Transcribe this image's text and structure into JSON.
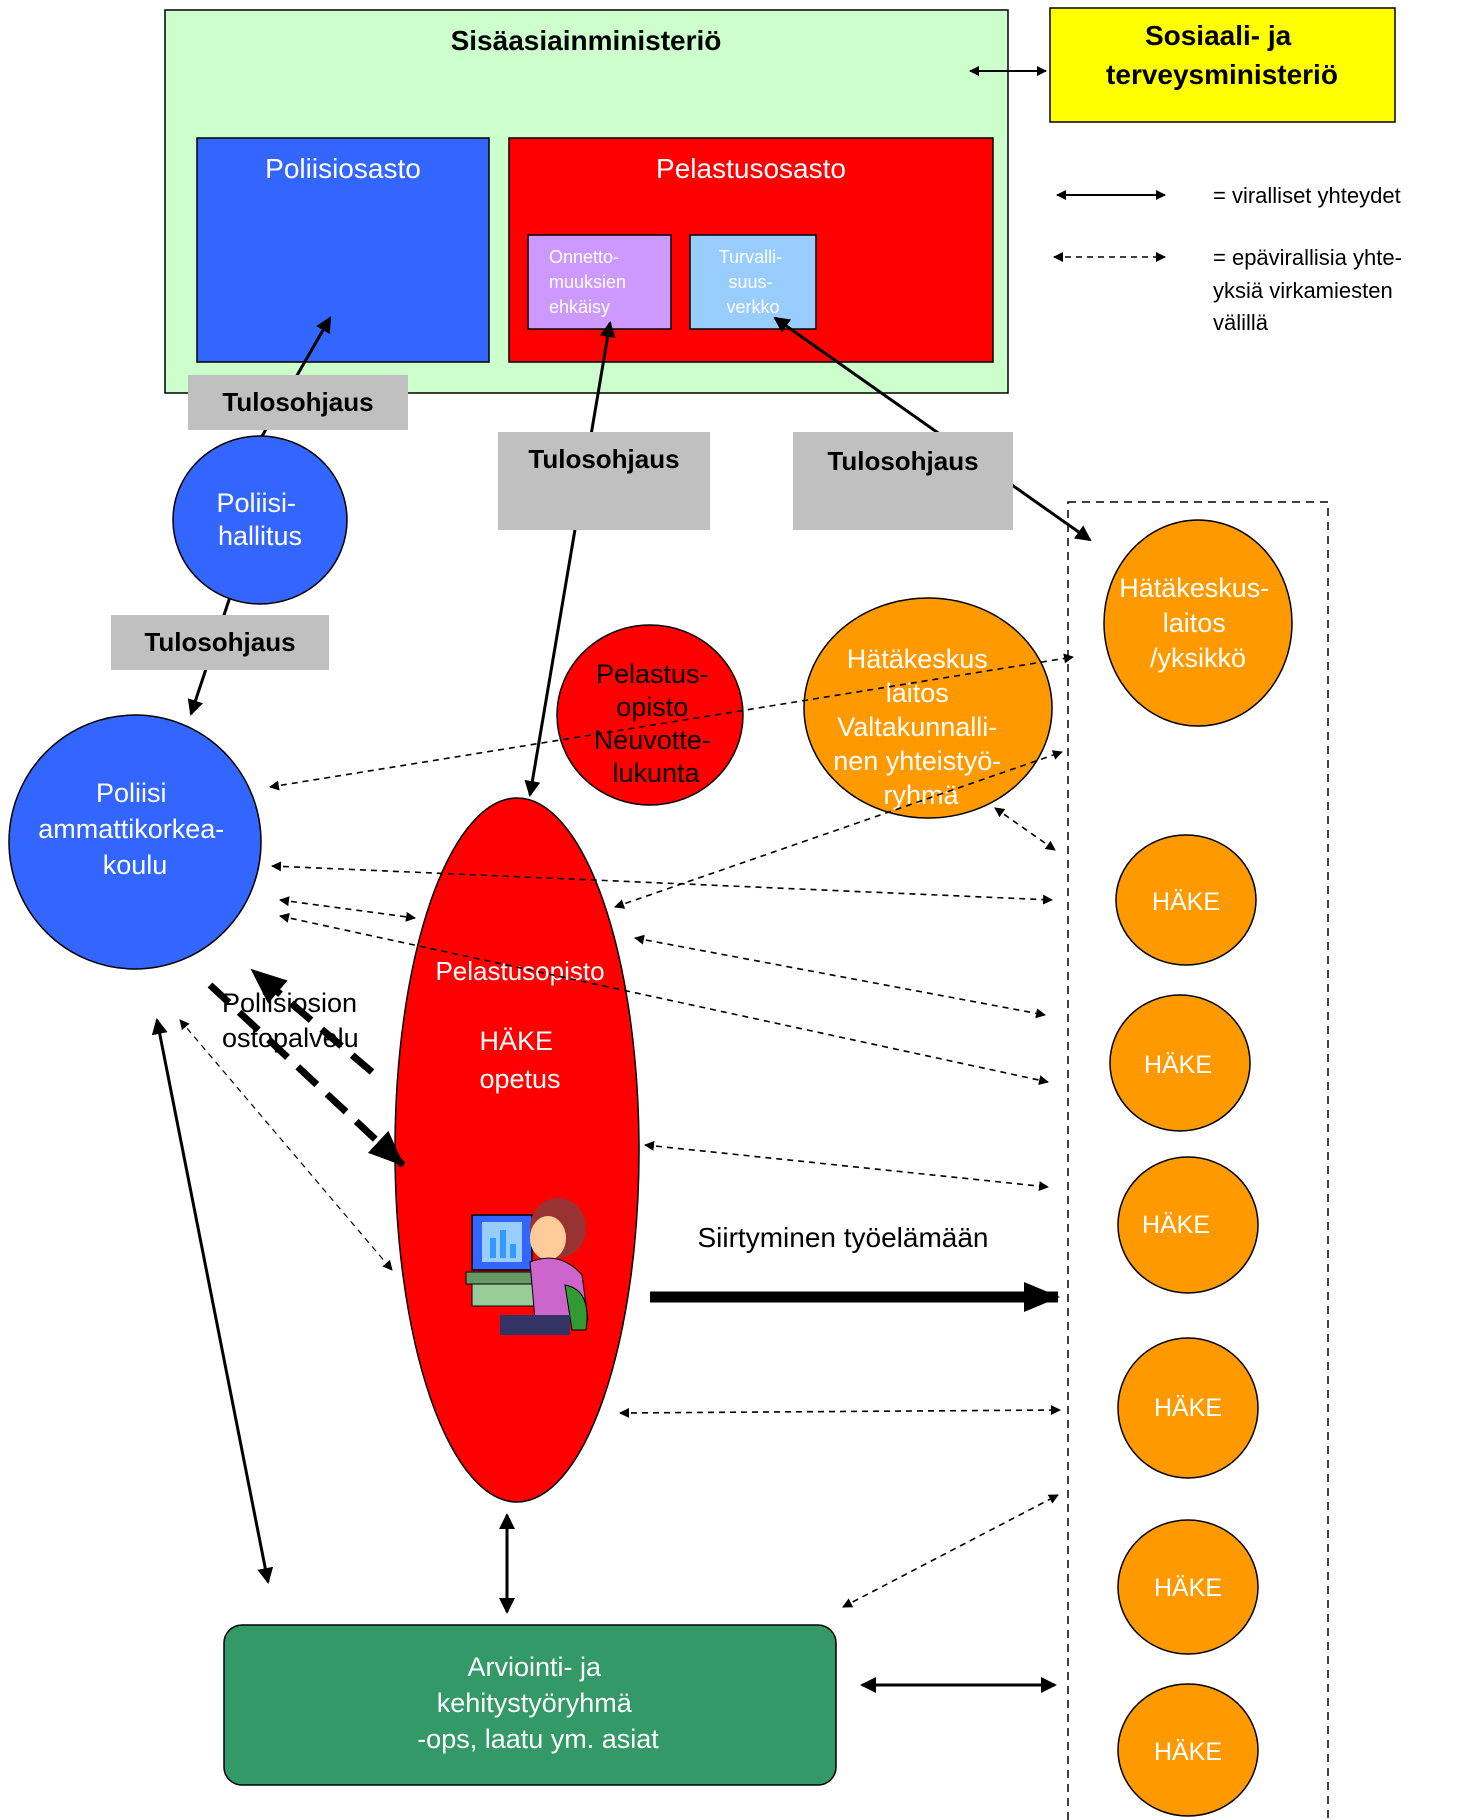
{
  "ministry": {
    "title": "Sisäasiainministeriö",
    "police_dept": "Poliisiosasto",
    "rescue_dept": "Pelastusosasto",
    "accident_prevention": [
      "Onnetto-",
      "muuksien",
      "ehkäisy"
    ],
    "safety_network": [
      "Turvalli-",
      "suus-",
      "verkko"
    ]
  },
  "social_ministry": [
    "Sosiaali- ja",
    "terveysministeriö"
  ],
  "legend": {
    "official": "= viralliset yhteydet",
    "unofficial": [
      "= epävirallisia yhte-",
      "yksiä virkamiesten",
      "välillä"
    ]
  },
  "guidance": {
    "police_dept": "Tulosohjaus",
    "rescue_dept": "Tulosohjaus",
    "safety_network": "Tulosohjaus",
    "police_board": "Tulosohjaus"
  },
  "police_board": [
    "Poliisi-",
    "hallitus"
  ],
  "rescue_college_council": [
    "Pelastus-",
    "opisto",
    "Neuvotte-",
    "lukunta"
  ],
  "erc_national_group": [
    "Hätäkeskus",
    "laitos",
    "Valtakunnalli-",
    "nen yhteistyö-",
    "ryhmä"
  ],
  "erc_unit": [
    "Hätäkeskus-",
    "laitos",
    "/yksikkö"
  ],
  "police_college": [
    "Poliisi",
    "ammattikorkea-",
    "koulu"
  ],
  "rescue_college": {
    "name": "Pelastusopisto",
    "teaching": [
      "HÄKE",
      "opetus"
    ]
  },
  "purchase_service": [
    "Poliisiosion",
    "ostopalvelu"
  ],
  "transition": "Siirtyminen työelämään",
  "hake_units": [
    "HÄKE",
    "HÄKE",
    "HÄKE",
    "HÄKE",
    "HÄKE",
    "HÄKE"
  ],
  "working_group": [
    "Arviointi- ja",
    "kehitystyöryhmä",
    "-ops, laatu ym. asiat"
  ],
  "colors": {
    "ministry_bg": "#ccffcc",
    "police_blue": "#3366ff",
    "rescue_red": "#ff0000",
    "orange": "#ff9900",
    "yellow": "#ffff00",
    "lilac": "#cc99ff",
    "light_blue": "#99ccff",
    "gray": "#c0c0c0",
    "green": "#339966"
  }
}
